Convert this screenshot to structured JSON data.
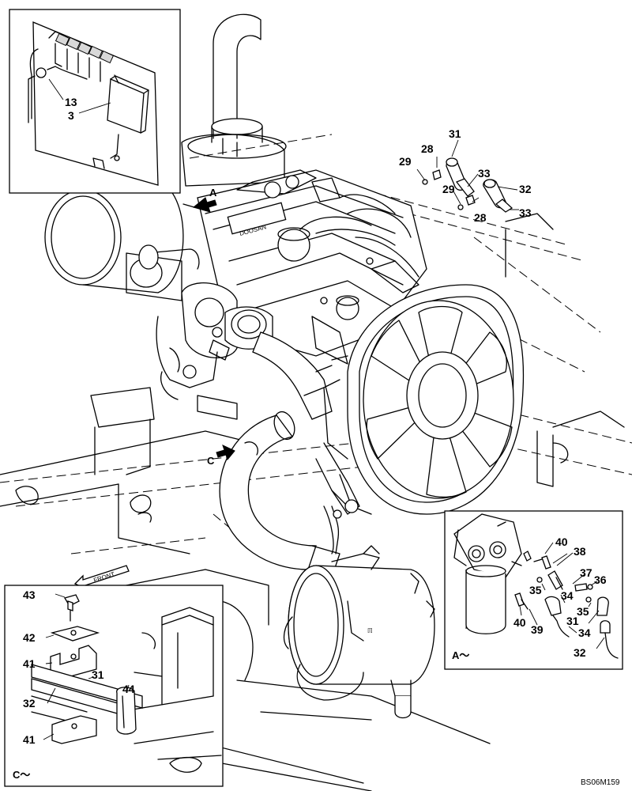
{
  "figure": {
    "reference_code": "BS06M159",
    "view_arrows": {
      "a": "A",
      "c": "C"
    },
    "front_marker": "FRONT"
  },
  "callouts": {
    "panel_top_left": [
      "13",
      "3"
    ],
    "main": [
      "31",
      "28",
      "29",
      "33",
      "29",
      "32",
      "28",
      "33"
    ],
    "inset_a": [
      "40",
      "38",
      "37",
      "36",
      "35",
      "34",
      "35",
      "40",
      "39",
      "34",
      "31",
      "32"
    ],
    "inset_c": [
      "43",
      "42",
      "41",
      "31",
      "32",
      "44",
      "41"
    ]
  },
  "inset_titles": {
    "a": "A～",
    "c": "C～"
  }
}
